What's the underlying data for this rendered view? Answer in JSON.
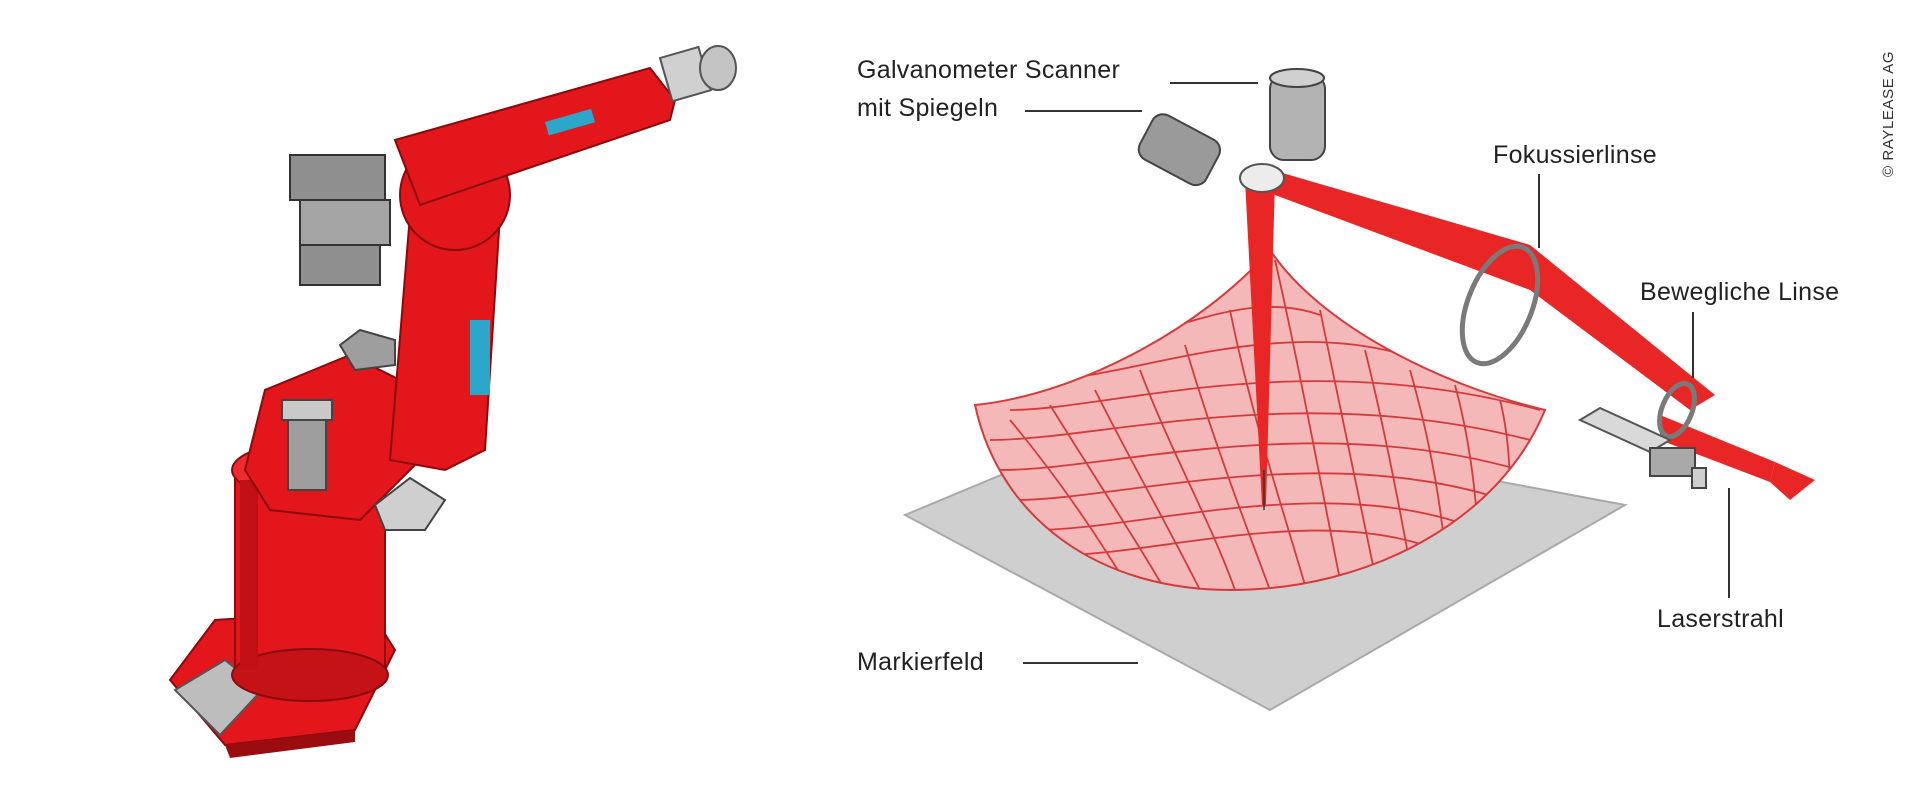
{
  "labels": {
    "scanner_line1": "Galvanometer Scanner",
    "scanner_line2": "mit Spiegeln",
    "focus_lens": "Fokussierlinse",
    "movable_lens": "Bewegliche Linse",
    "laser_beam": "Laserstrahl",
    "marking_field": "Markierfeld"
  },
  "credit": "© RAYLEASE AG",
  "colors": {
    "robot_red": "#e3161b",
    "robot_dark_red": "#b80f14",
    "laser_red": "#e82626",
    "grid_pink": "#f4b8b8",
    "grid_line": "#d63a3a",
    "plate_gray": "#c9c9c9",
    "component_gray": "#8a8a8a",
    "cyan_badge": "#2aa7c9"
  },
  "icons": [
    "industrial-robot-illustration",
    "galvo-scanner-illustration"
  ]
}
